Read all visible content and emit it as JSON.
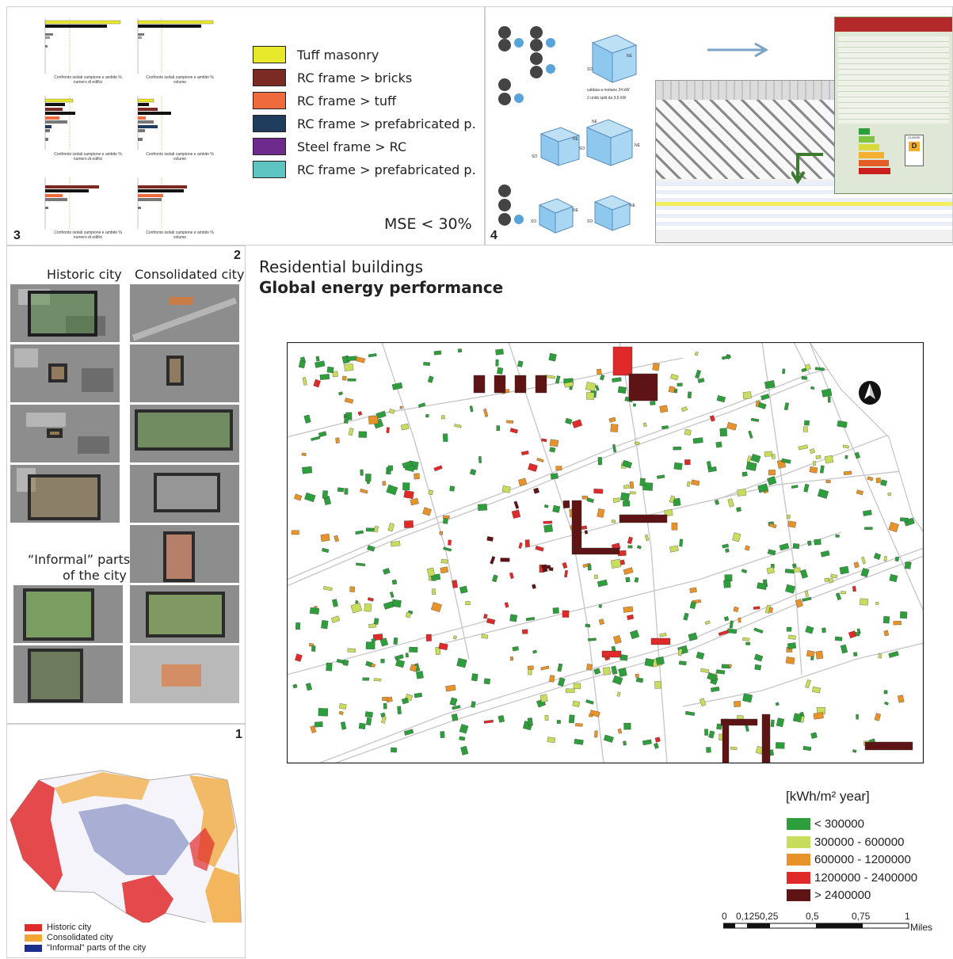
{
  "panel3": {
    "number": "3",
    "mse": "MSE < 30%",
    "legend": [
      {
        "label": "Tuff masonry",
        "color": "#e8e82a"
      },
      {
        "label": "RC frame > bricks",
        "color": "#7a2a22"
      },
      {
        "label": "RC frame > tuff",
        "color": "#ef6a3c"
      },
      {
        "label": "RC frame > prefabricated p.",
        "color": "#1f3c5c"
      },
      {
        "label": "Steel frame > RC",
        "color": "#6e2a8c"
      },
      {
        "label": "RC frame > prefabricated p.",
        "color": "#5dc4c2"
      }
    ],
    "captions": {
      "c1": "Confronto isolati campione e ambito % numero di edifici",
      "c2": "Confronto isolati campione e ambito % volume"
    }
  },
  "panel4": {
    "number": "4",
    "boiler_note": "caldaia a metano 24 kW",
    "split_note": "2 unità split da 3,5 kW",
    "orient_so": "SO",
    "orient_ne": "NE",
    "energy_class_title": "CLASSE",
    "energy_class": "D"
  },
  "panel2": {
    "number": "2",
    "historic_title": "Historic city",
    "consolidated_title": "Consolidated city",
    "informal_title_1": "“Informal” parts",
    "informal_title_2": "of the city"
  },
  "panel1": {
    "number": "1",
    "legend": [
      {
        "label": "Historic city",
        "color": "#e02b2b"
      },
      {
        "label": "Consolidated city",
        "color": "#f2a634"
      },
      {
        "label": "\"Informal\" parts of the city",
        "color": "#1c2e8c"
      }
    ]
  },
  "main": {
    "title_line1": "Residential buildings",
    "title_line2": "Global energy performance",
    "legend_title": "[kWh/m² year]",
    "legend": [
      {
        "label": "< 300000",
        "color": "#2e9e3c"
      },
      {
        "label": "300000 - 600000",
        "color": "#c9dd5c"
      },
      {
        "label": "600000 - 1200000",
        "color": "#e8932a"
      },
      {
        "label": "1200000 - 2400000",
        "color": "#e02a2a"
      },
      {
        "label": "> 2400000",
        "color": "#5e1414"
      }
    ],
    "scale_labels": [
      "0",
      "0,1250,25",
      "0,5",
      "0,75",
      "1"
    ],
    "scale_unit": "Miles"
  }
}
